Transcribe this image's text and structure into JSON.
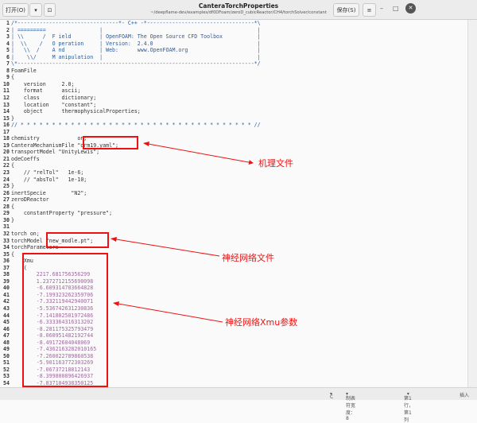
{
  "window": {
    "title": "CanteraTorchProperties",
    "path": "~/deepflame-dev/examples/df0DFoam/zeroD_cubicReactor/CH4/torchSolver/constant",
    "open_label": "打开(O)",
    "save_label": "保存(S)"
  },
  "editor": {
    "lines": [
      "/*--------------------------------*- C++ -*----------------------------------*\\",
      "| =========                 |                                                 |",
      "| \\\\      /  F ield         | OpenFOAM: The Open Source CFD Toolbox           |",
      "|  \\\\    /   O peration     | Version:  2.4.0                                 |",
      "|   \\\\  /    A nd           | Web:      www.OpenFOAM.org                      |",
      "|    \\\\/     M anipulation  |                                                 |",
      "\\*---------------------------------------------------------------------------*/",
      "FoamFile",
      "{",
      "    version     2.0;",
      "    format      ascii;",
      "    class       dictionary;",
      "    location    \"constant\";",
      "    object      thermophysicalProperties;",
      "}",
      "// * * * * * * * * * * * * * * * * * * * * * * * * * * * * * * * * * * * * * //",
      "",
      "chemistry            on;",
      "CanteraMechanismFile \"drm19.yaml\";",
      "transportModel \"UnityLewis\";",
      "odeCoeffs",
      "{",
      "    // \"relTol\"   1e-6;",
      "    // \"absTol\"   1e-10;",
      "}",
      "inertSpecie        \"N2\";",
      "zeroDReactor",
      "{",
      "    constantProperty \"pressure\";",
      "}",
      "",
      "torch on;",
      "torchModel \"new_modle.pt\";",
      "torchParameters",
      "{",
      "    Xmu",
      "    (",
      "        2217.681756356299",
      "        1.2372712155690098",
      "        -6.609314703664828",
      "        -7.199323262359706",
      "        -7.332119442940071",
      "        -5.536742631230836",
      "        -7.141802501972486",
      "        -6.333364316313202",
      "        -8.281175325793479",
      "        -8.060951482192744",
      "        -8.49172604048069",
      "        -7.4362163282010165",
      "        -7.260022789860538",
      "        -5.901163772303269",
      "        -7.06737218812143",
      "        -8.399800896426937",
      "        -7.837104938350125",
      ""
    ]
  },
  "annotations": {
    "mechanism": "机理文件",
    "model": "神经网络文件",
    "xmu": "神经网络Xmu参数"
  },
  "status": {
    "language": "C",
    "tab_width": "制表符宽度：8",
    "position": "第1行，第1列",
    "mode": "插入"
  }
}
